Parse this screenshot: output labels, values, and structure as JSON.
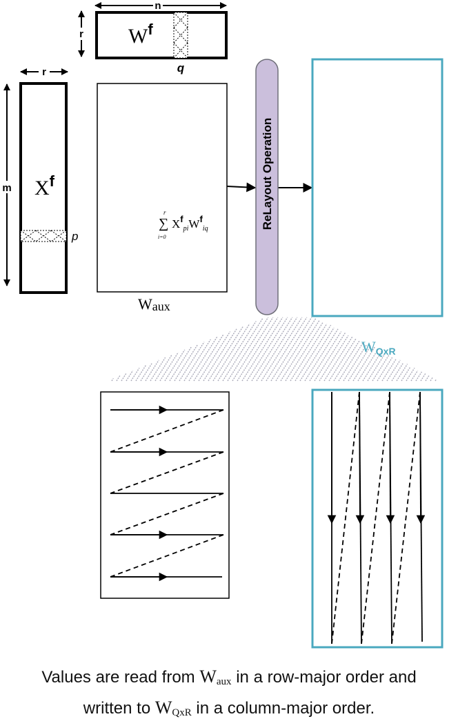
{
  "labels": {
    "wf_name": "W",
    "wf_sup": "f",
    "dim_n": "n",
    "dim_r_top": "r",
    "dim_q": "q",
    "dim_r_left": "r",
    "dim_m": "m",
    "xf_name": "X",
    "xf_sup": "f",
    "dim_p": "p",
    "waux_name": "W",
    "waux_sub": "aux",
    "formula": {
      "sum": "∑",
      "upper": "r",
      "lower": "i=0",
      "x": "X",
      "x_sup": "f",
      "x_sub": "pi",
      "w": "W",
      "w_sup": "f",
      "w_sub": "iq"
    },
    "relayout": "ReLayout Operation",
    "wqxr_name": "W",
    "wqxr_sub": "QxR"
  },
  "caption": {
    "line1_pre": "Values are read from ",
    "line1_w": "W",
    "line1_w_sub": "aux",
    "line1_post": " in a row-major order and",
    "line2_pre": "written to ",
    "line2_w": "W",
    "line2_w_sub": "QxR",
    "line2_post": " in a column-major order."
  },
  "colors": {
    "teal": "#4aa8bf",
    "lavender": "#cbbfdc",
    "lavender_stroke": "#6e6e78",
    "hatch": "#a9a9b8"
  }
}
